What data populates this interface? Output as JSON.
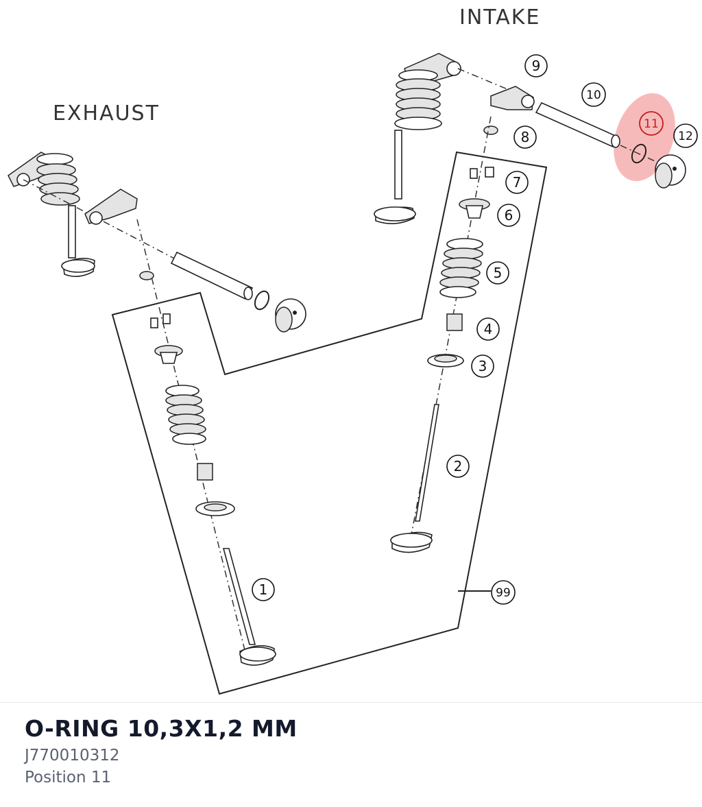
{
  "diagram": {
    "labels": {
      "intake": "INTAKE",
      "exhaust": "EXHAUST"
    },
    "callouts": [
      {
        "id": "1",
        "text": "1"
      },
      {
        "id": "2",
        "text": "2"
      },
      {
        "id": "3",
        "text": "3"
      },
      {
        "id": "4",
        "text": "4"
      },
      {
        "id": "5",
        "text": "5"
      },
      {
        "id": "6",
        "text": "6"
      },
      {
        "id": "7",
        "text": "7"
      },
      {
        "id": "8",
        "text": "8"
      },
      {
        "id": "9",
        "text": "9"
      },
      {
        "id": "10",
        "text": "10"
      },
      {
        "id": "11",
        "text": "11"
      },
      {
        "id": "12",
        "text": "12"
      },
      {
        "id": "99",
        "text": "99"
      }
    ],
    "highlight_color": "#f4a3a3",
    "selected_callout": "11"
  },
  "part": {
    "title": "O-RING 10,3X1,2 MM",
    "number": "J770010312",
    "position": "Position 11"
  }
}
